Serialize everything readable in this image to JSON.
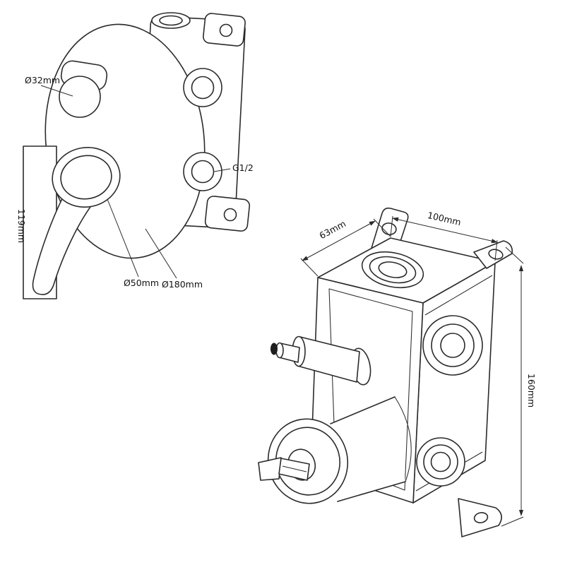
{
  "drawing": {
    "background_color": "#ffffff",
    "line_color": "#2b2b2b",
    "text_color": "#111111",
    "front_view": {
      "labels": {
        "knob_diameter": "Ø32mm",
        "handle_length": "119mm",
        "handle_diameter": "Ø50mm",
        "plate_diameter": "Ø180mm",
        "thread_size": "G1/2"
      }
    },
    "iso_view": {
      "labels": {
        "depth": "63mm",
        "width": "100mm",
        "height": "160mm"
      }
    }
  }
}
